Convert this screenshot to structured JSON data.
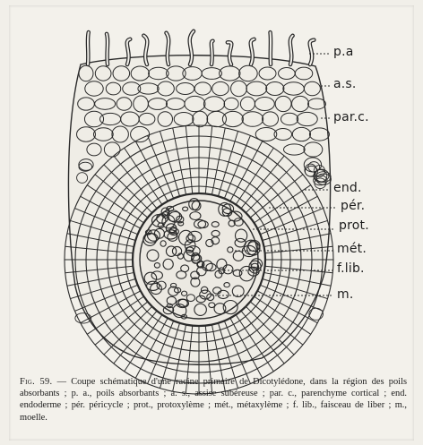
{
  "figure": {
    "labels": {
      "pa": "p.a",
      "as": "a.s.",
      "parc": "par.c.",
      "end": "end.",
      "per": "pér.",
      "prot": "prot.",
      "met": "mét.",
      "flib": "f.lib.",
      "m": "m."
    }
  },
  "caption": {
    "fig_number": "Fig. 59.",
    "body": " — Coupe schématique d'une racine primaire de Dicotylédone, dans la région des poils absorbants ; p. a., poils absorbants ; a. s., assise subéreuse ; par. c., parenchyme cortical ; end. endoderme ; pér. péricycle ; prot., protoxylème ; mét., métaxylème ; f. lib., faisceau de liber ; m., moelle."
  }
}
